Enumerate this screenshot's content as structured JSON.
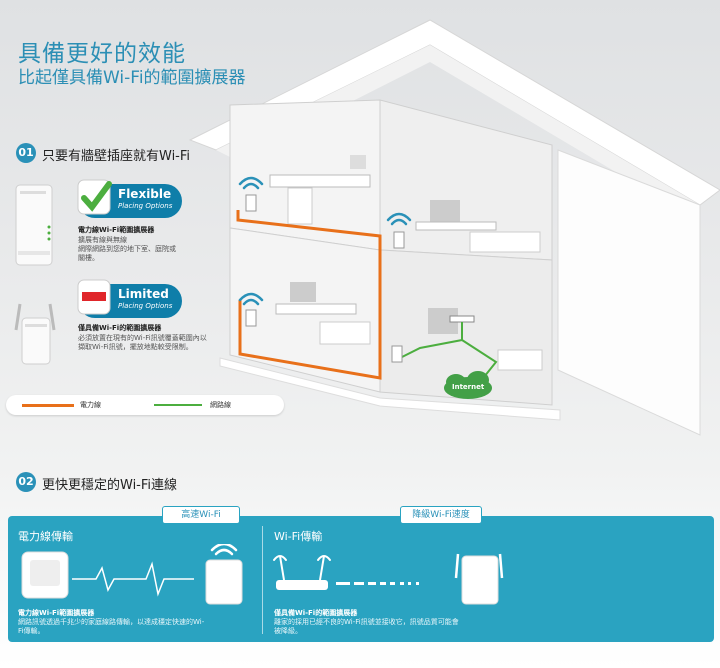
{
  "header": {
    "title": "具備更好的效能",
    "subtitle": "比起僅具備Wi-Fi的範圍擴展器"
  },
  "section1": {
    "number": "01",
    "heading": "只要有牆壁插座就有Wi-Fi",
    "flexible": {
      "badge_title": "Flexible",
      "badge_sub": "Placing Options",
      "product_name": "電力線Wi-Fi範圍擴展器",
      "desc_lines": [
        "擴展有線與無線",
        "網際網路到您的地下室、庭院或",
        "閣樓。"
      ]
    },
    "limited": {
      "badge_title": "Limited",
      "badge_sub": "Placing Options",
      "product_name": "僅具備Wi-Fi的範圍擴展器",
      "desc_lines": [
        "必須放置在現有的Wi-Fi訊號覆蓋範圍內以",
        "擷取Wi-Fi訊號，擺放地點較受限制。"
      ]
    },
    "legend": {
      "powerline_label": "電力線",
      "network_label": "網路線",
      "powerline_color": "#e8701a",
      "network_color": "#4cae3f"
    }
  },
  "house": {
    "internet_label": "Internet"
  },
  "section2": {
    "number": "02",
    "heading": "更快更穩定的Wi-Fi連線",
    "left": {
      "tag": "高速Wi-Fi",
      "title": "電力線傳輸",
      "product_name": "電力線Wi-Fi範圍擴展器",
      "desc_lines": [
        "網路訊號透過千兆少的家庭線路傳輸，以達成穩定快速的Wi-",
        "Fi傳輸。"
      ]
    },
    "right": {
      "tag": "降級Wi-Fi速度",
      "title": "Wi-Fi傳輸",
      "product_name": "僅具備Wi-Fi的範圍擴展器",
      "desc_lines": [
        "離家的採用已經不良的Wi-Fi訊號並接收它，訊號品質可能會",
        "被降級。"
      ]
    }
  },
  "colors": {
    "accent": "#2a91b8",
    "panel": "#2aa3c1",
    "badge": "#0f7ea9",
    "check": "#4cae3f",
    "limited_bar": "#e0262a"
  }
}
